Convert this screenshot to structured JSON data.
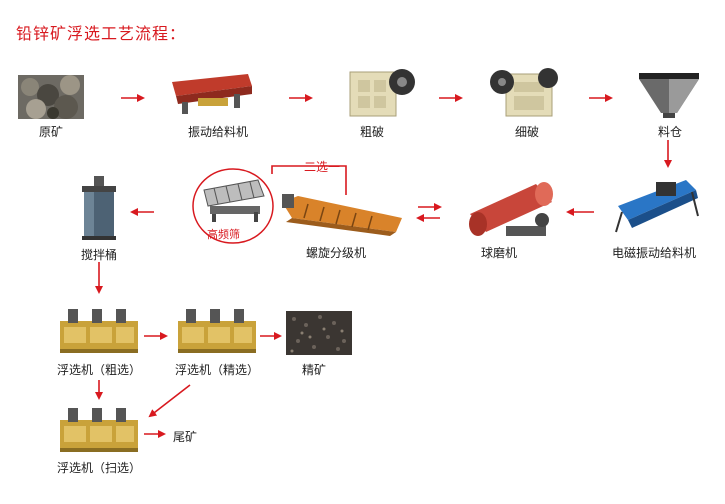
{
  "title": "铅锌矿浮选工艺流程：",
  "colors": {
    "accent": "#d8191f",
    "arrow": "#d8191f",
    "machine": "#c9a23a",
    "mill": "#c8463a",
    "feeder": "#2a76c6"
  },
  "nodes": {
    "raw_ore": "原矿",
    "vib_feeder": "振动给料机",
    "coarse_crush": "粗破",
    "fine_crush": "细破",
    "bin": "料仓",
    "em_feeder": "电磁振动给料机",
    "ball_mill": "球磨机",
    "spiral_classifier": "螺旋分级机",
    "hf_screen": "高频筛",
    "second_select": "二选一",
    "agitator": "搅拌桶",
    "flot_rough": "浮选机（粗选）",
    "flot_fine": "浮选机（精选）",
    "concentrate": "精矿",
    "flot_scav": "浮选机（扫选）",
    "tailings": "尾矿"
  }
}
